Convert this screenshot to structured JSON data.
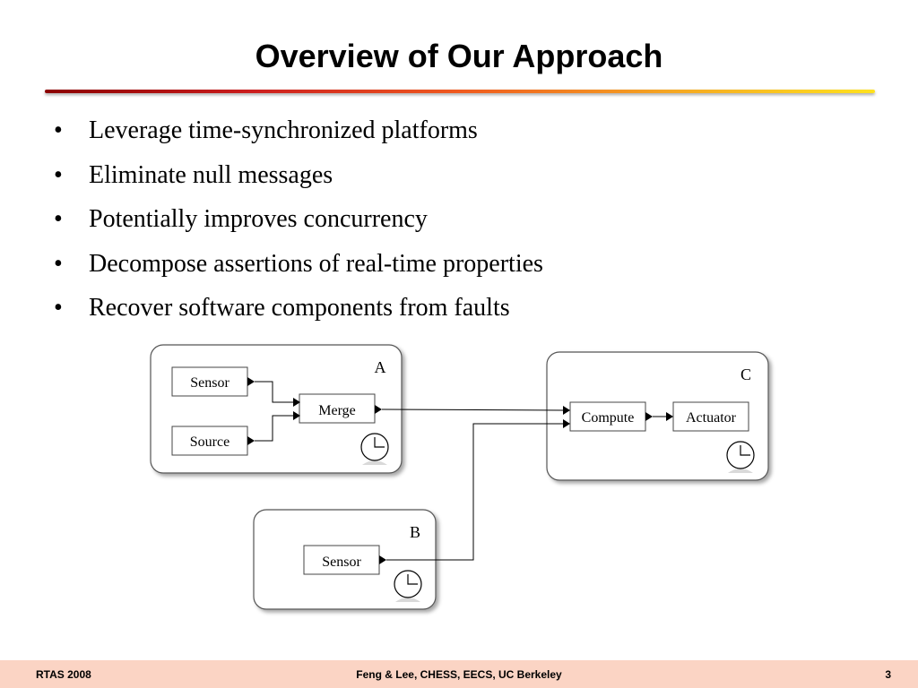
{
  "slide": {
    "title": "Overview of Our Approach",
    "bullet_glyph": "•",
    "bullets": [
      "Leverage time-synchronized platforms",
      "Eliminate null messages",
      "Potentially improves concurrency",
      "Decompose assertions of real-time properties",
      "Recover software components from faults"
    ]
  },
  "diagram": {
    "platforms": [
      {
        "label": "A",
        "actors": [
          "Sensor",
          "Source",
          "Merge"
        ]
      },
      {
        "label": "C",
        "actors": [
          "Compute",
          "Actuator"
        ]
      },
      {
        "label": "B",
        "actors": [
          "Sensor"
        ]
      }
    ],
    "icons": [
      "clock-icon",
      "triangle-port-icon"
    ]
  },
  "footer": {
    "left": "RTAS 2008",
    "center": "Feng & Lee, CHESS, EECS, UC Berkeley",
    "page": "3"
  }
}
